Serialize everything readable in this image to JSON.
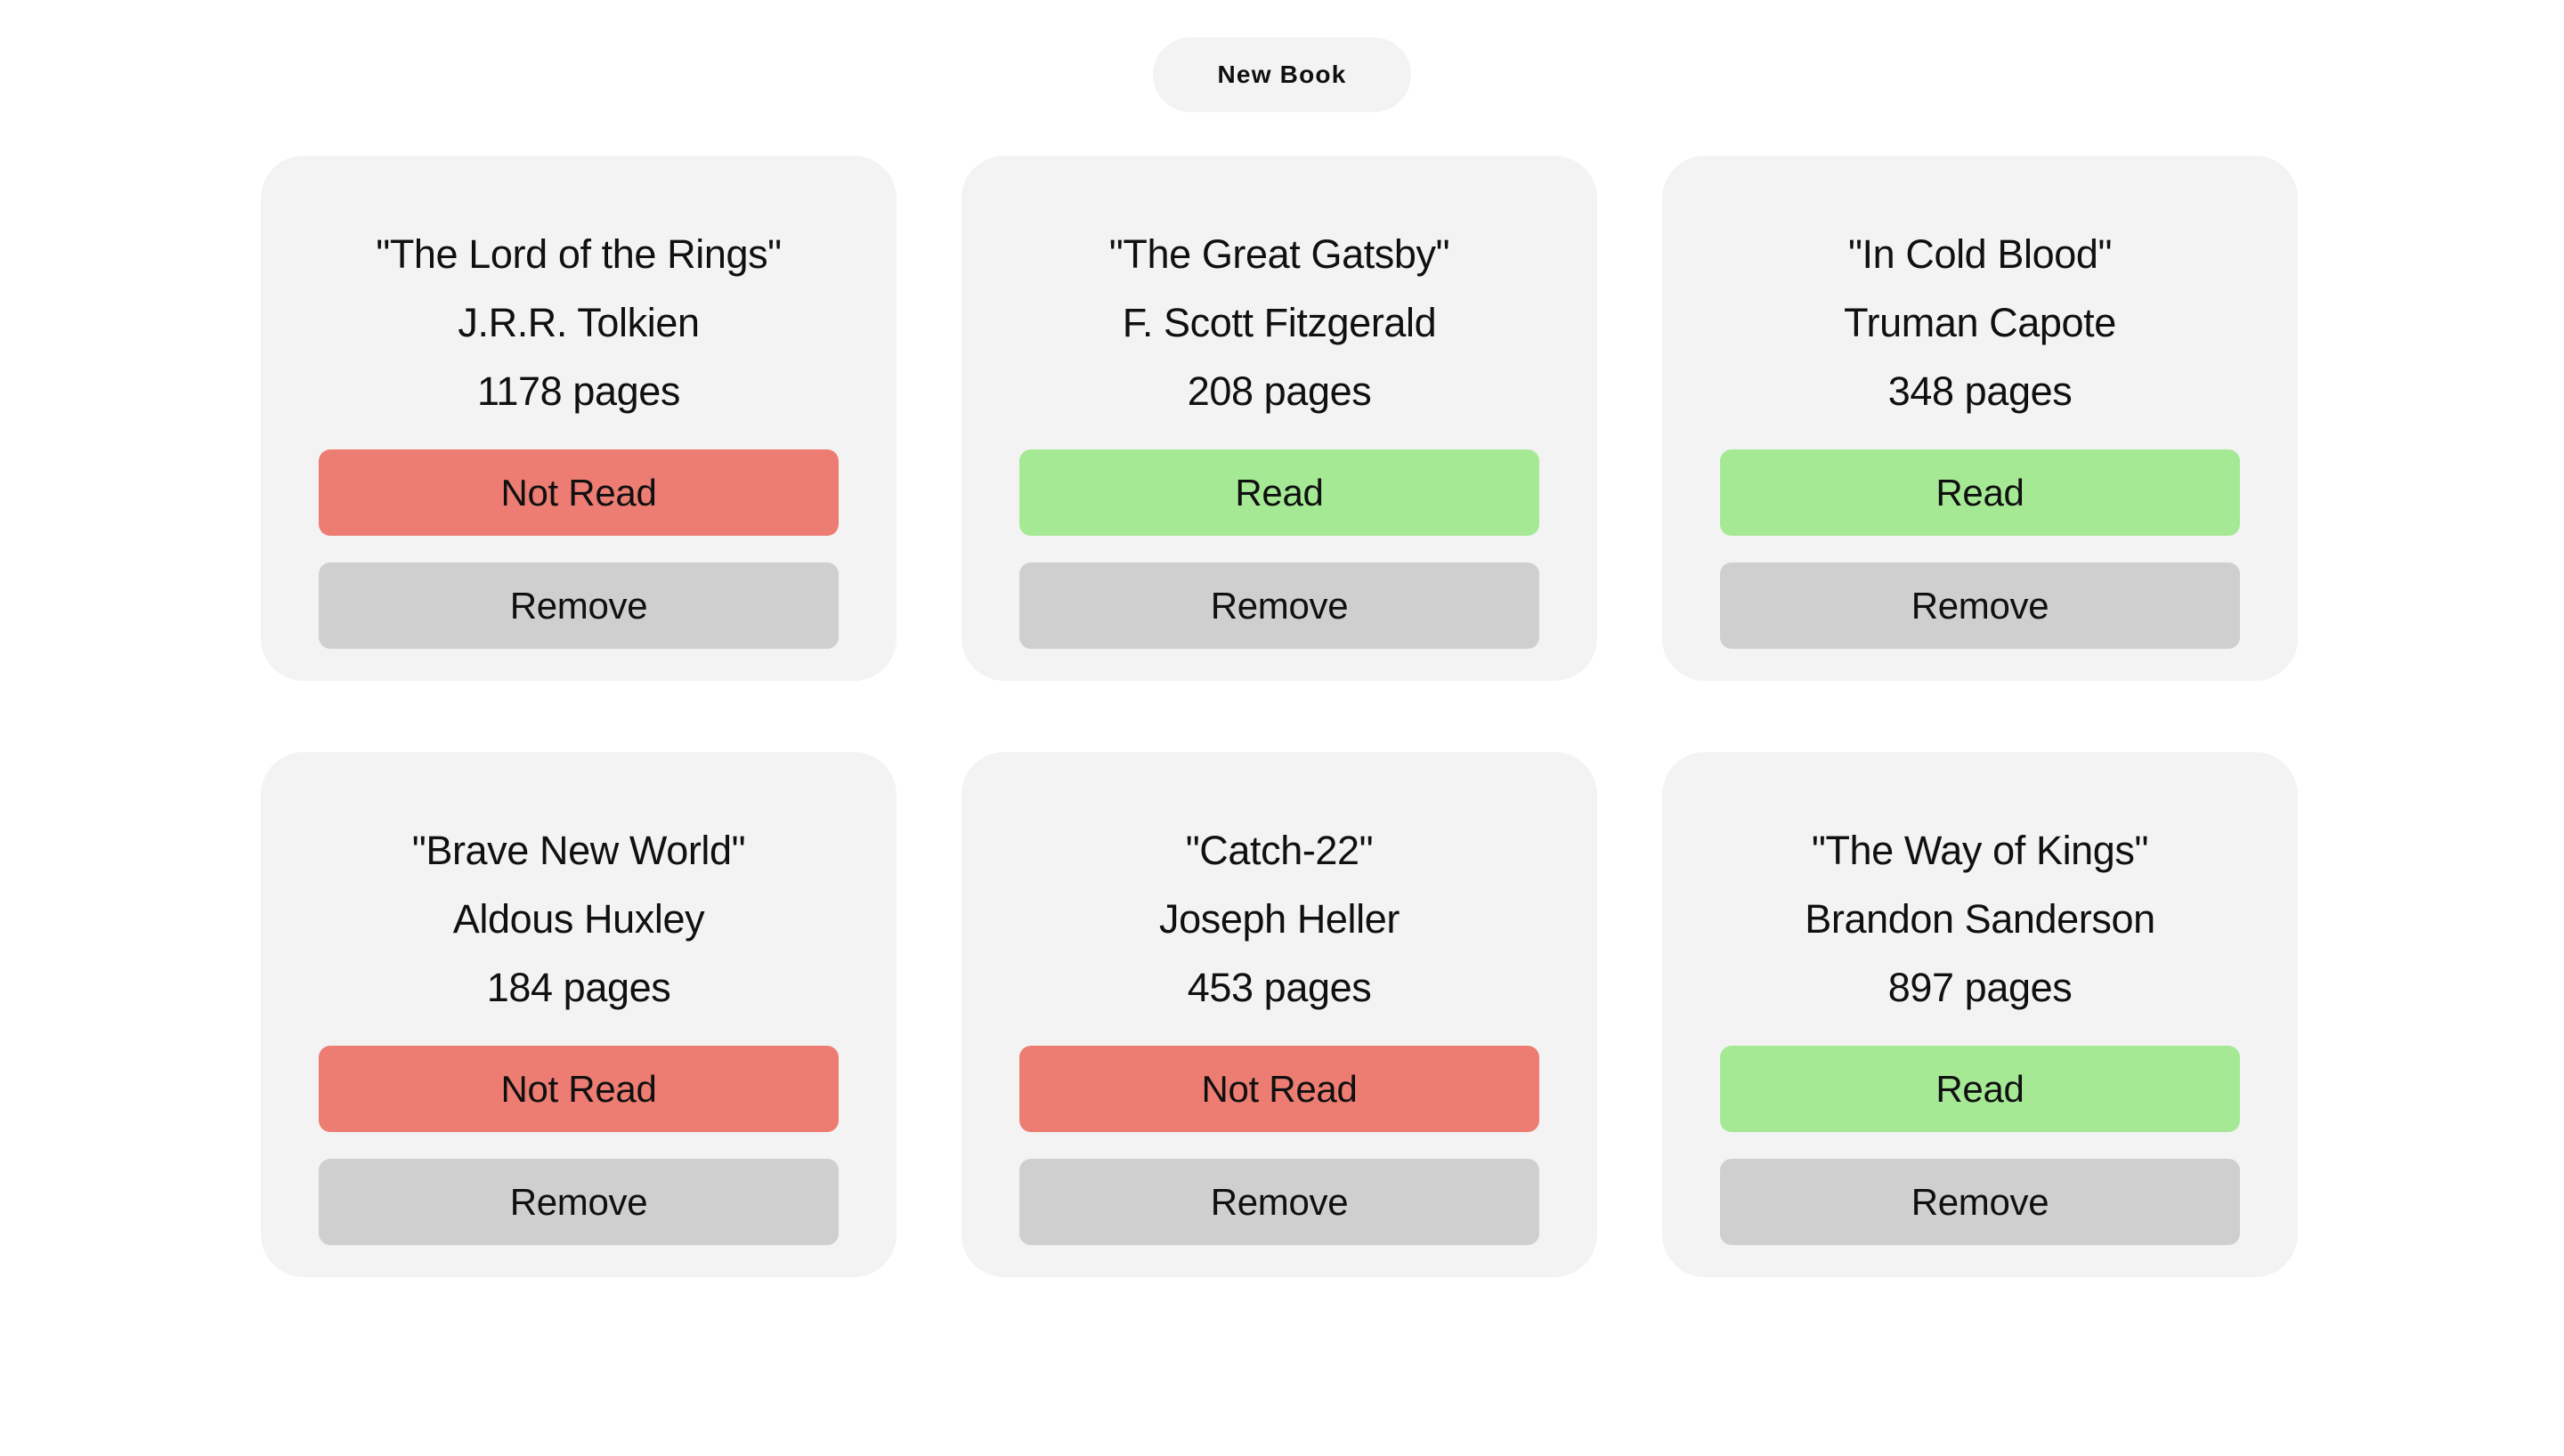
{
  "header": {
    "new_book_label": "New Book"
  },
  "colors": {
    "page_background": "#ffffff",
    "card_background": "#f3f3f3",
    "read_green": "#a5e995",
    "not_read_red": "#ed7d72",
    "remove_gray": "#cfcfcf",
    "text": "#101010"
  },
  "labels": {
    "read": "Read",
    "not_read": "Not Read",
    "remove": "Remove"
  },
  "books": [
    {
      "title": "\"The Lord of the Rings\"",
      "author": "J.R.R. Tolkien",
      "pages": "1178 pages",
      "status_label": "Not Read",
      "status": "not-read",
      "remove_label": "Remove"
    },
    {
      "title": "\"The Great Gatsby\"",
      "author": "F. Scott Fitzgerald",
      "pages": "208 pages",
      "status_label": "Read",
      "status": "read",
      "remove_label": "Remove"
    },
    {
      "title": "\"In Cold Blood\"",
      "author": "Truman Capote",
      "pages": "348 pages",
      "status_label": "Read",
      "status": "read",
      "remove_label": "Remove"
    },
    {
      "title": "\"Brave New World\"",
      "author": "Aldous Huxley",
      "pages": "184 pages",
      "status_label": "Not Read",
      "status": "not-read",
      "remove_label": "Remove"
    },
    {
      "title": "\"Catch-22\"",
      "author": "Joseph Heller",
      "pages": "453 pages",
      "status_label": "Not Read",
      "status": "not-read",
      "remove_label": "Remove"
    },
    {
      "title": "\"The Way of Kings\"",
      "author": "Brandon Sanderson",
      "pages": "897 pages",
      "status_label": "Read",
      "status": "read",
      "remove_label": "Remove"
    }
  ]
}
